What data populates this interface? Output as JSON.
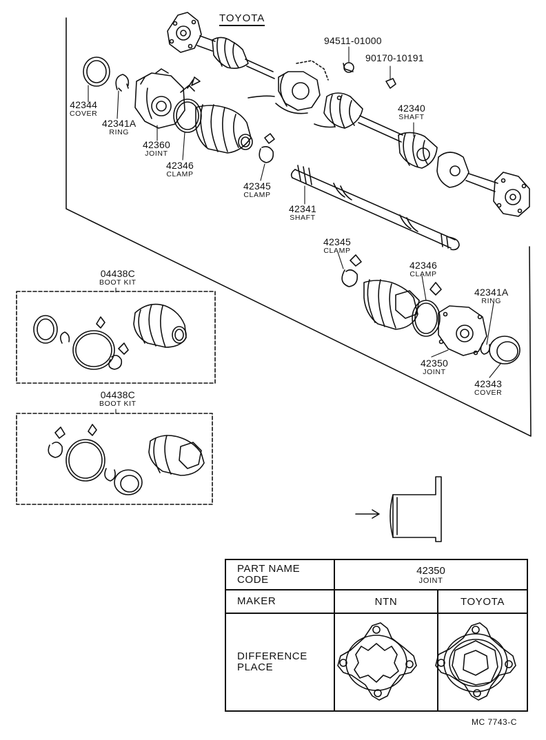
{
  "brand": "TOYOTA",
  "footer_code": "MC  7743-C",
  "labels": {
    "p94511": "94511-01000",
    "p90170": "90170-10191",
    "p42344": {
      "code": "42344",
      "name": "COVER"
    },
    "p42341a_top": {
      "code": "42341A",
      "name": "RING"
    },
    "p42360": {
      "code": "42360",
      "name": "JOINT"
    },
    "p42346_top": {
      "code": "42346",
      "name": "CLAMP"
    },
    "p42345_top": {
      "code": "42345",
      "name": "CLAMP"
    },
    "p42341": {
      "code": "42341",
      "name": "SHAFT"
    },
    "p42340": {
      "code": "42340",
      "name": "SHAFT"
    },
    "p42345_bot": {
      "code": "42345",
      "name": "CLAMP"
    },
    "p42346_bot": {
      "code": "42346",
      "name": "CLAMP"
    },
    "p42341a_bot": {
      "code": "42341A",
      "name": "RING"
    },
    "p42350": {
      "code": "42350",
      "name": "JOINT"
    },
    "p42343": {
      "code": "42343",
      "name": "COVER"
    },
    "kit1": {
      "code": "04438C",
      "name": "BOOT KIT"
    },
    "kit2": {
      "code": "04438C",
      "name": "BOOT KIT"
    }
  },
  "table": {
    "row1_header": "PART  NAME\nCODE",
    "row1_value": {
      "code": "42350",
      "name": "JOINT"
    },
    "row2_header": "MAKER",
    "maker_a": "NTN",
    "maker_b": "TOYOTA",
    "row3_header": "DIFFERENCE\nPLACE"
  }
}
